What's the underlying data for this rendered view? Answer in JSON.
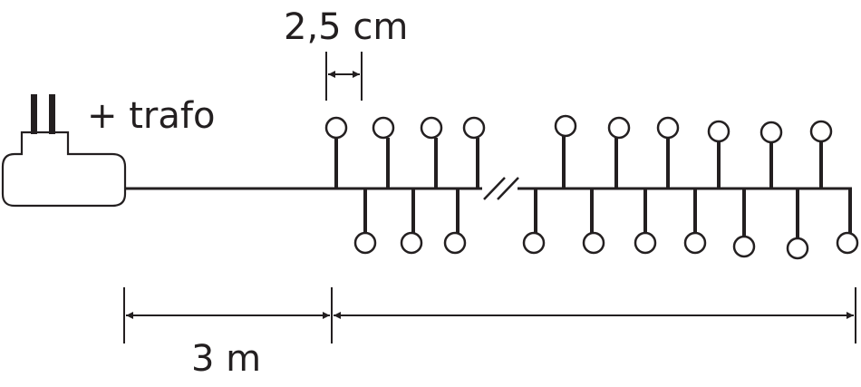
{
  "labels": {
    "bulb_spacing": "2,5 cm",
    "plug_note": "+ trafo",
    "lead_cable": "3 m"
  },
  "colors": {
    "line": "#231f20",
    "background": "#ffffff"
  },
  "icons": {
    "plug": "transformer-plug-icon",
    "bulb": "led-bulb-icon",
    "break": "wire-break-icon"
  }
}
